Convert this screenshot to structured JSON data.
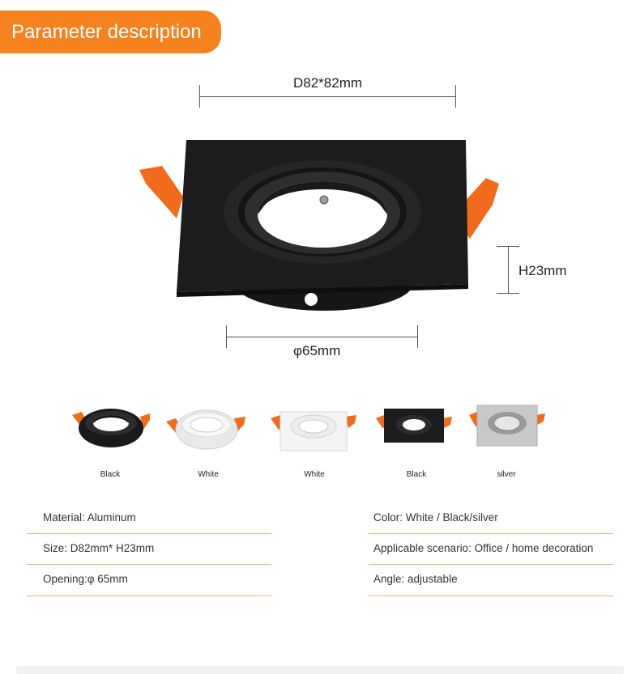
{
  "header": {
    "title": "Parameter description"
  },
  "dimensions": {
    "width_label": "D82*82mm",
    "height_label": "H23mm",
    "opening_label": "φ65mm"
  },
  "variants": [
    {
      "label": "Black"
    },
    {
      "label": "White"
    },
    {
      "label": "White"
    },
    {
      "label": "Black"
    },
    {
      "label": "silver"
    }
  ],
  "specs": {
    "left": [
      "Material: Aluminum",
      "Size: D82mm* H23mm",
      "Opening:φ 65mm"
    ],
    "right": [
      "Color: White / Black/silver",
      "Applicable scenario: Office / home decoration",
      "Angle: adjustable"
    ]
  },
  "colors": {
    "accent": "#f5821f",
    "product_black": "#1a1a1a",
    "clip_orange": "#f26b1d"
  }
}
